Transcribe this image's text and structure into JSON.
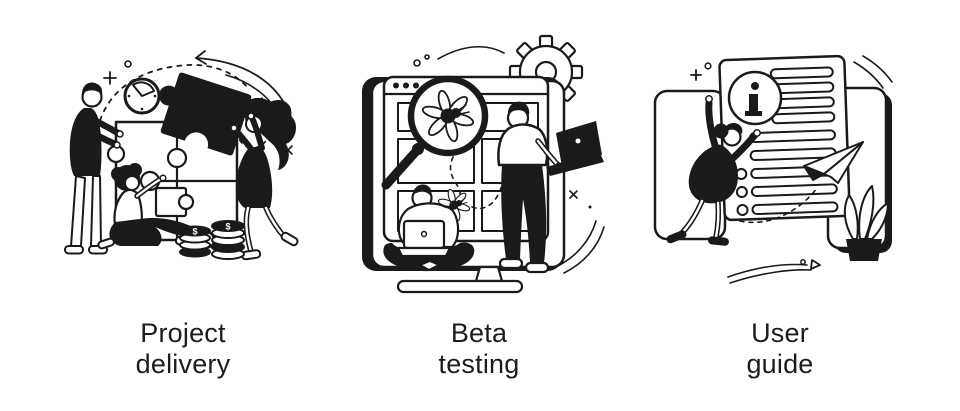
{
  "page": {
    "background_color": "#ffffff",
    "ink_color": "#1a1a1a",
    "kind": "concept illustration set, black line art on white"
  },
  "figures": [
    {
      "id": "project-delivery",
      "caption_line1": "Project",
      "caption_line2": "delivery",
      "alt": "Three people assembling a jigsaw puzzle beside a clock, a floating black puzzle piece and stacks of dollar coins"
    },
    {
      "id": "beta-testing",
      "caption_line1": "Beta",
      "caption_line2": "testing",
      "alt": "Two testers with laptops at a browser window, a magnifying glass over a bug, and a gear"
    },
    {
      "id": "user-guide",
      "caption_line1": "User",
      "caption_line2": "guide",
      "alt": "Person reaching to an info symbol on a document page, with a paper plane and a potted plant"
    }
  ],
  "glyphs": {
    "dollar": "$"
  }
}
